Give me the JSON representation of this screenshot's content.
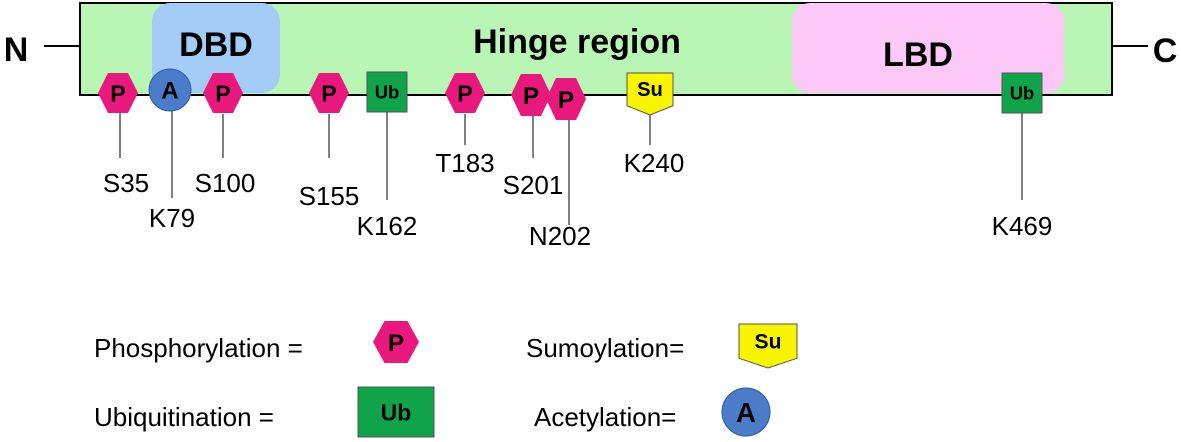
{
  "protein": {
    "n_terminus": "N",
    "c_terminus": "C",
    "domains": {
      "dbd": "DBD",
      "hinge": "Hinge region",
      "lbd": "LBD"
    }
  },
  "colors": {
    "bar_fill": "#b9f5b4",
    "dbd_fill": "#a3cdf6",
    "lbd_fill": "#fbc8f7",
    "phospho": "#e8187c",
    "ubiquitin": "#0fa44a",
    "sumo": "#f9f400",
    "acetyl": "#4a7cc9"
  },
  "mark_letters": {
    "phosphorylation": "P",
    "ubiquitination": "Ub",
    "sumoylation": "Su",
    "acetylation": "A"
  },
  "sites": [
    {
      "type": "phosphorylation",
      "label": "S35"
    },
    {
      "type": "acetylation",
      "label": "K79"
    },
    {
      "type": "phosphorylation",
      "label": "S100"
    },
    {
      "type": "phosphorylation",
      "label": "S155"
    },
    {
      "type": "ubiquitination",
      "label": "K162"
    },
    {
      "type": "phosphorylation",
      "label": "T183"
    },
    {
      "type": "phosphorylation",
      "label": "S201"
    },
    {
      "type": "phosphorylation",
      "label": "N202"
    },
    {
      "type": "sumoylation",
      "label": "K240"
    },
    {
      "type": "ubiquitination",
      "label": "K469"
    }
  ],
  "legend": {
    "phosphorylation": "Phosphorylation =",
    "sumoylation": "Sumoylation=",
    "ubiquitination": "Ubiquitination =",
    "acetylation": "Acetylation="
  }
}
